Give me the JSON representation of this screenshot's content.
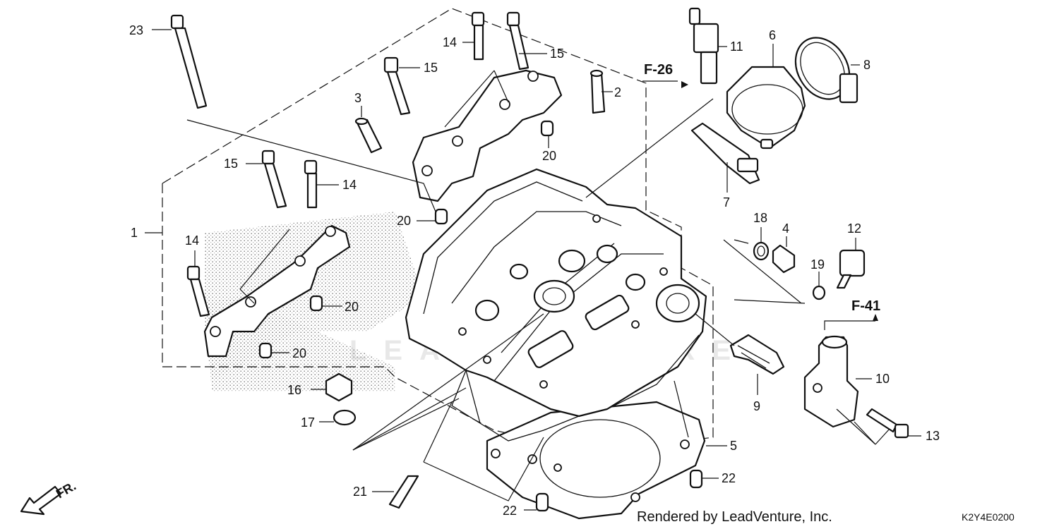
{
  "labels": {
    "p1": "1",
    "p2": "2",
    "p3": "3",
    "p4": "4",
    "p5": "5",
    "p6": "6",
    "p7": "7",
    "p8": "8",
    "p9": "9",
    "p10": "10",
    "p11": "11",
    "p12": "12",
    "p13": "13",
    "p14_a": "14",
    "p14_b": "14",
    "p14_c": "14",
    "p15_a": "15",
    "p15_b": "15",
    "p15_c": "15",
    "p16": "16",
    "p17": "17",
    "p18": "18",
    "p19": "19",
    "p20_a": "20",
    "p20_b": "20",
    "p20_c": "20",
    "p20_d": "20",
    "p21": "21",
    "p22_a": "22",
    "p22_b": "22",
    "p23": "23"
  },
  "refs": {
    "f26": "F-26",
    "f41": "F-41"
  },
  "direction": {
    "front": "FR."
  },
  "watermark": "LEADVENTURE",
  "footer": {
    "rendered_by": "Rendered by LeadVenture, Inc.",
    "diagram_code": "K2Y4E0200"
  }
}
